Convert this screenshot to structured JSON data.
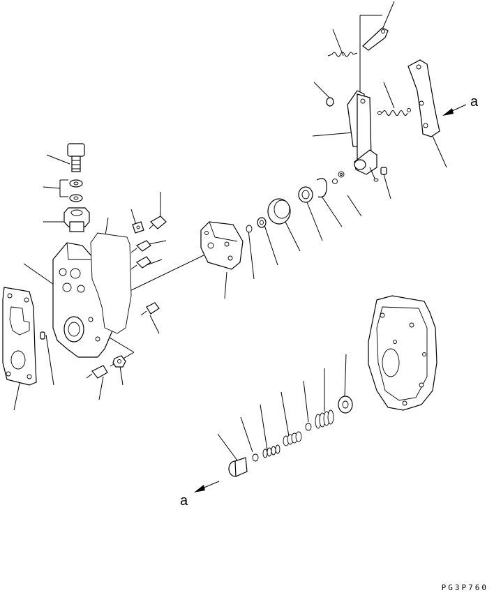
{
  "view_arrow_label_top": "a",
  "view_arrow_label_bottom": "a",
  "drawing_code": "PG3P760"
}
